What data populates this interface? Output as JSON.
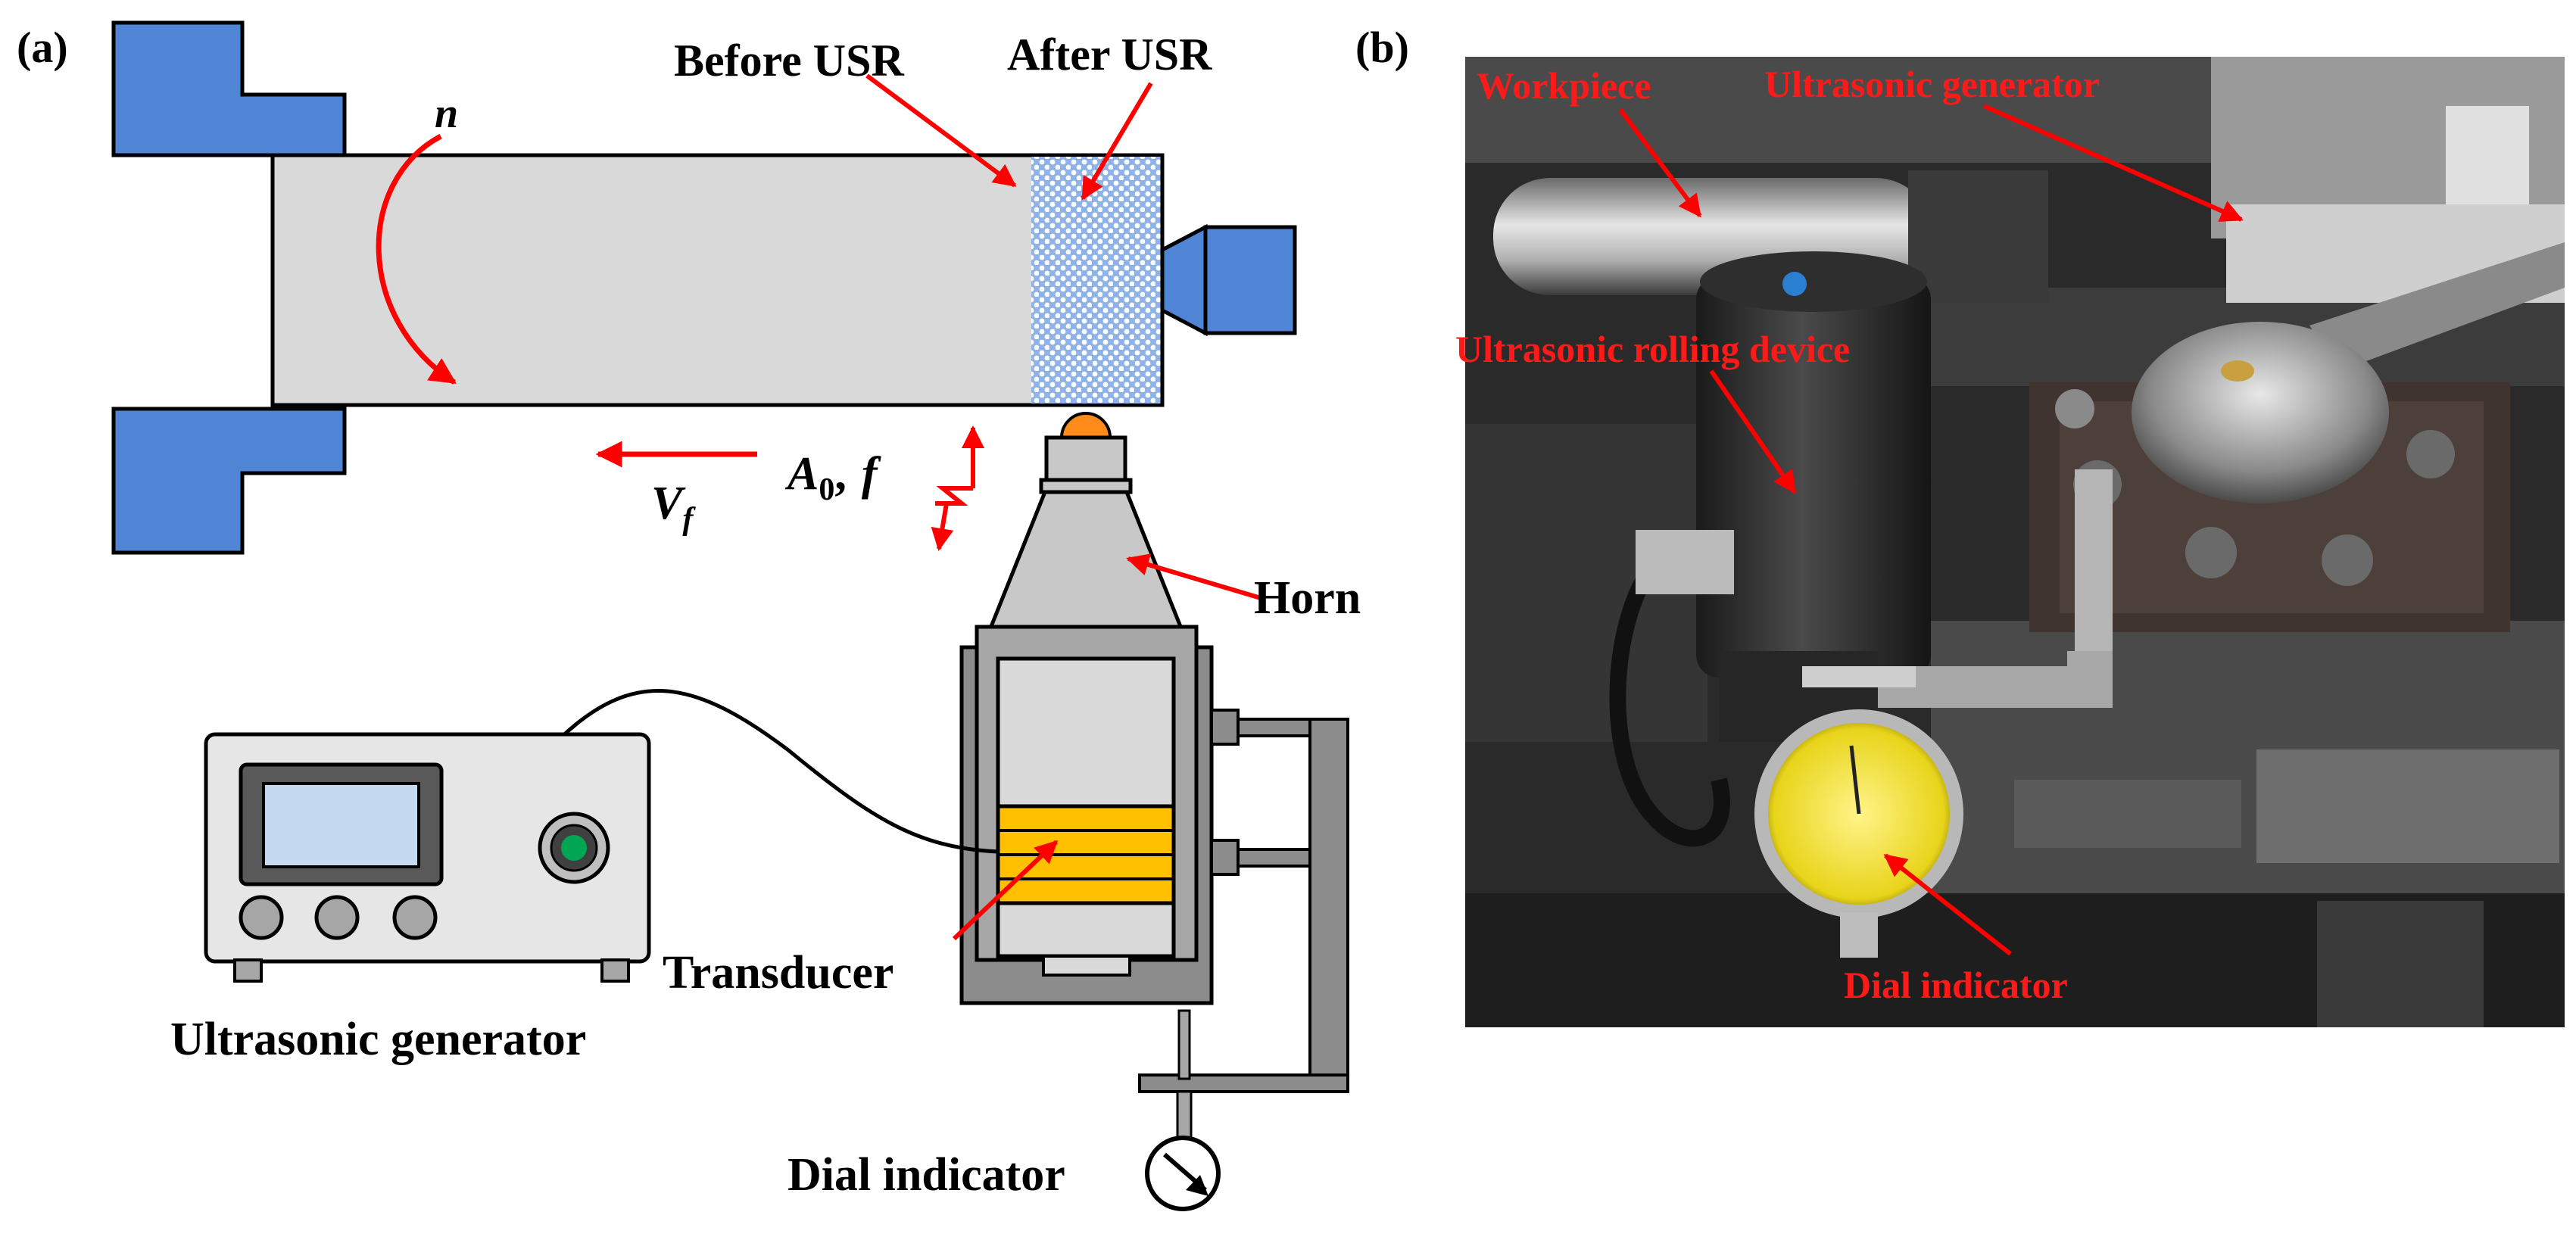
{
  "panel_a": {
    "panel_label": "(a)",
    "labels": {
      "before_usr": "Before USR",
      "after_usr": "After USR",
      "rotation": "n",
      "feed": "V",
      "feed_sub": "f",
      "amplitude": "A",
      "amplitude_sub": "0",
      "comma": ",",
      "frequency": "f",
      "horn": "Horn",
      "transducer": "Transducer",
      "generator": "Ultrasonic generator",
      "dial": "Dial indicator"
    }
  },
  "panel_b": {
    "panel_label": "(b)",
    "labels": {
      "workpiece": "Workpiece",
      "generator": "Ultrasonic generator",
      "rolling_device": "Ultrasonic rolling device",
      "dial": "Dial indicator"
    }
  },
  "colors": {
    "chuck_blue": "#4f85d4",
    "workpiece_gray": "#d9d9d9",
    "transducer_yellow": "#ffc000",
    "arrow_red": "#ff0000",
    "button_green": "#00a651",
    "screen_blue": "#c5d9f1"
  }
}
